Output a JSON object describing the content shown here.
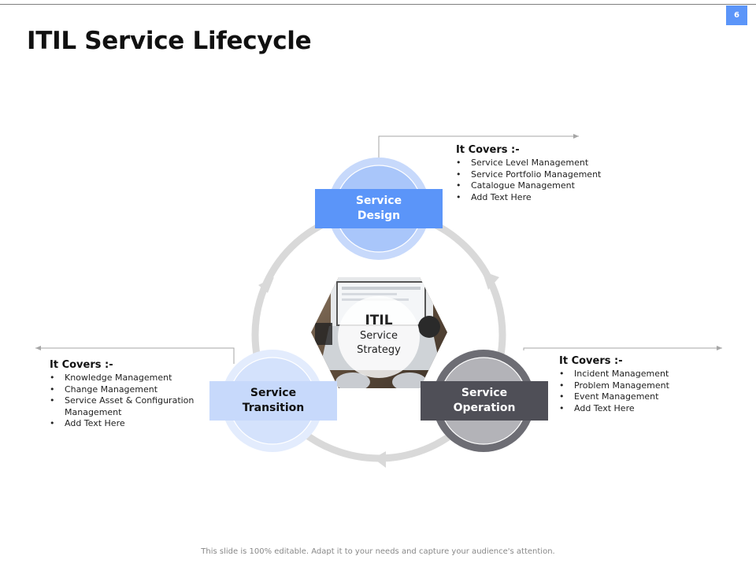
{
  "slide": {
    "page_number": "6",
    "title": "ITIL Service Lifecycle",
    "footer": "This slide is 100% editable. Adapt it to your needs and capture your audience's attention."
  },
  "center": {
    "title": "ITIL",
    "subtitle_line1": "Service",
    "subtitle_line2": "Strategy"
  },
  "stages": {
    "design": {
      "line1": "Service",
      "line2": "Design",
      "color": "#5b95f9"
    },
    "transition": {
      "line1": "Service",
      "line2": "Transition",
      "color": "#c7d9fb"
    },
    "operation": {
      "line1": "Service",
      "line2": "Operation",
      "color": "#4f4f57"
    }
  },
  "covers": {
    "design": {
      "heading": "It Covers :-",
      "items": [
        "Service Level Management",
        "Service Portfolio Management",
        "Catalogue Management",
        "Add Text Here"
      ]
    },
    "operation": {
      "heading": "It Covers :-",
      "items": [
        "Incident Management",
        "Problem Management",
        "Event Management",
        "Add Text Here"
      ]
    },
    "transition": {
      "heading": "It Covers :-",
      "items": [
        "Knowledge Management",
        "Change Management",
        "Service Asset & Configuration Management",
        "Add Text Here"
      ]
    }
  },
  "colors": {
    "accent": "#5b95f9",
    "ring": "#d9d9d9",
    "connector": "#a6a6a6"
  }
}
